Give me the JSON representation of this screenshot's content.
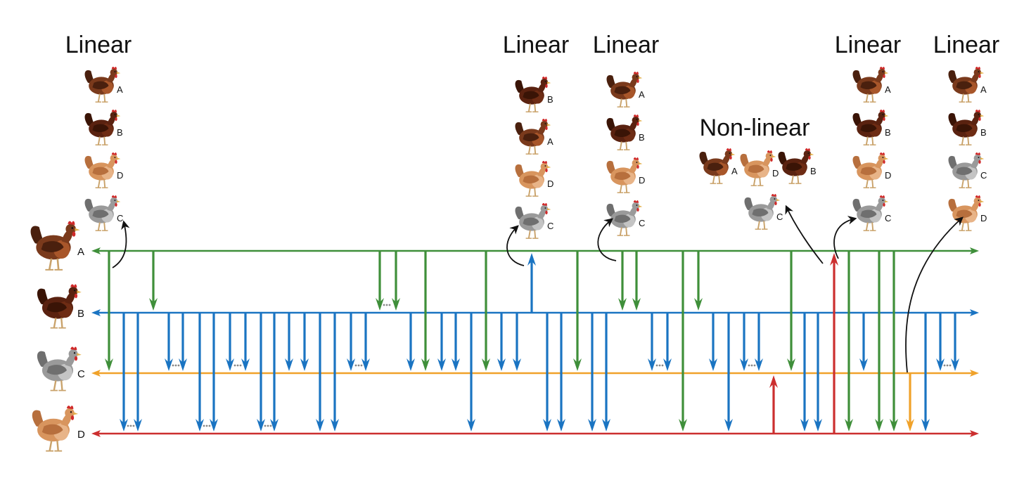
{
  "colors": {
    "A": "#3f8f3a",
    "B": "#1a74c2",
    "C": "#f0a22a",
    "D": "#cc2f2f",
    "ink": "#111111"
  },
  "hens": {
    "A": {
      "label": "A",
      "body": "#7a3a1c",
      "wing": "#4a200e",
      "breast": "#a8562a"
    },
    "B": {
      "label": "B",
      "body": "#5a2210",
      "wing": "#3a1406",
      "breast": "#6e2c14"
    },
    "C": {
      "label": "C",
      "body": "#9a9a9a",
      "wing": "#6f6f6f",
      "breast": "#c4c4c4"
    },
    "D": {
      "label": "D",
      "body": "#d8955e",
      "wing": "#b76f3d",
      "breast": "#e8b488"
    }
  },
  "rows": [
    {
      "id": "A",
      "label": "A"
    },
    {
      "id": "B",
      "label": "B"
    },
    {
      "id": "C",
      "label": "C"
    },
    {
      "id": "D",
      "label": "D"
    }
  ],
  "hierarchies": [
    {
      "title": "Linear",
      "order": [
        "A",
        "B",
        "D",
        "C"
      ]
    },
    {
      "title": "Linear",
      "order": [
        "B",
        "A",
        "D",
        "C"
      ]
    },
    {
      "title": "Linear",
      "order": [
        "A",
        "B",
        "D",
        "C"
      ]
    },
    {
      "title": "Non-linear",
      "order": [
        "A",
        "D",
        "B",
        "C"
      ]
    },
    {
      "title": "Linear",
      "order": [
        "A",
        "B",
        "D",
        "C"
      ]
    },
    {
      "title": "Linear",
      "order": [
        "A",
        "B",
        "C",
        "D"
      ]
    }
  ]
}
